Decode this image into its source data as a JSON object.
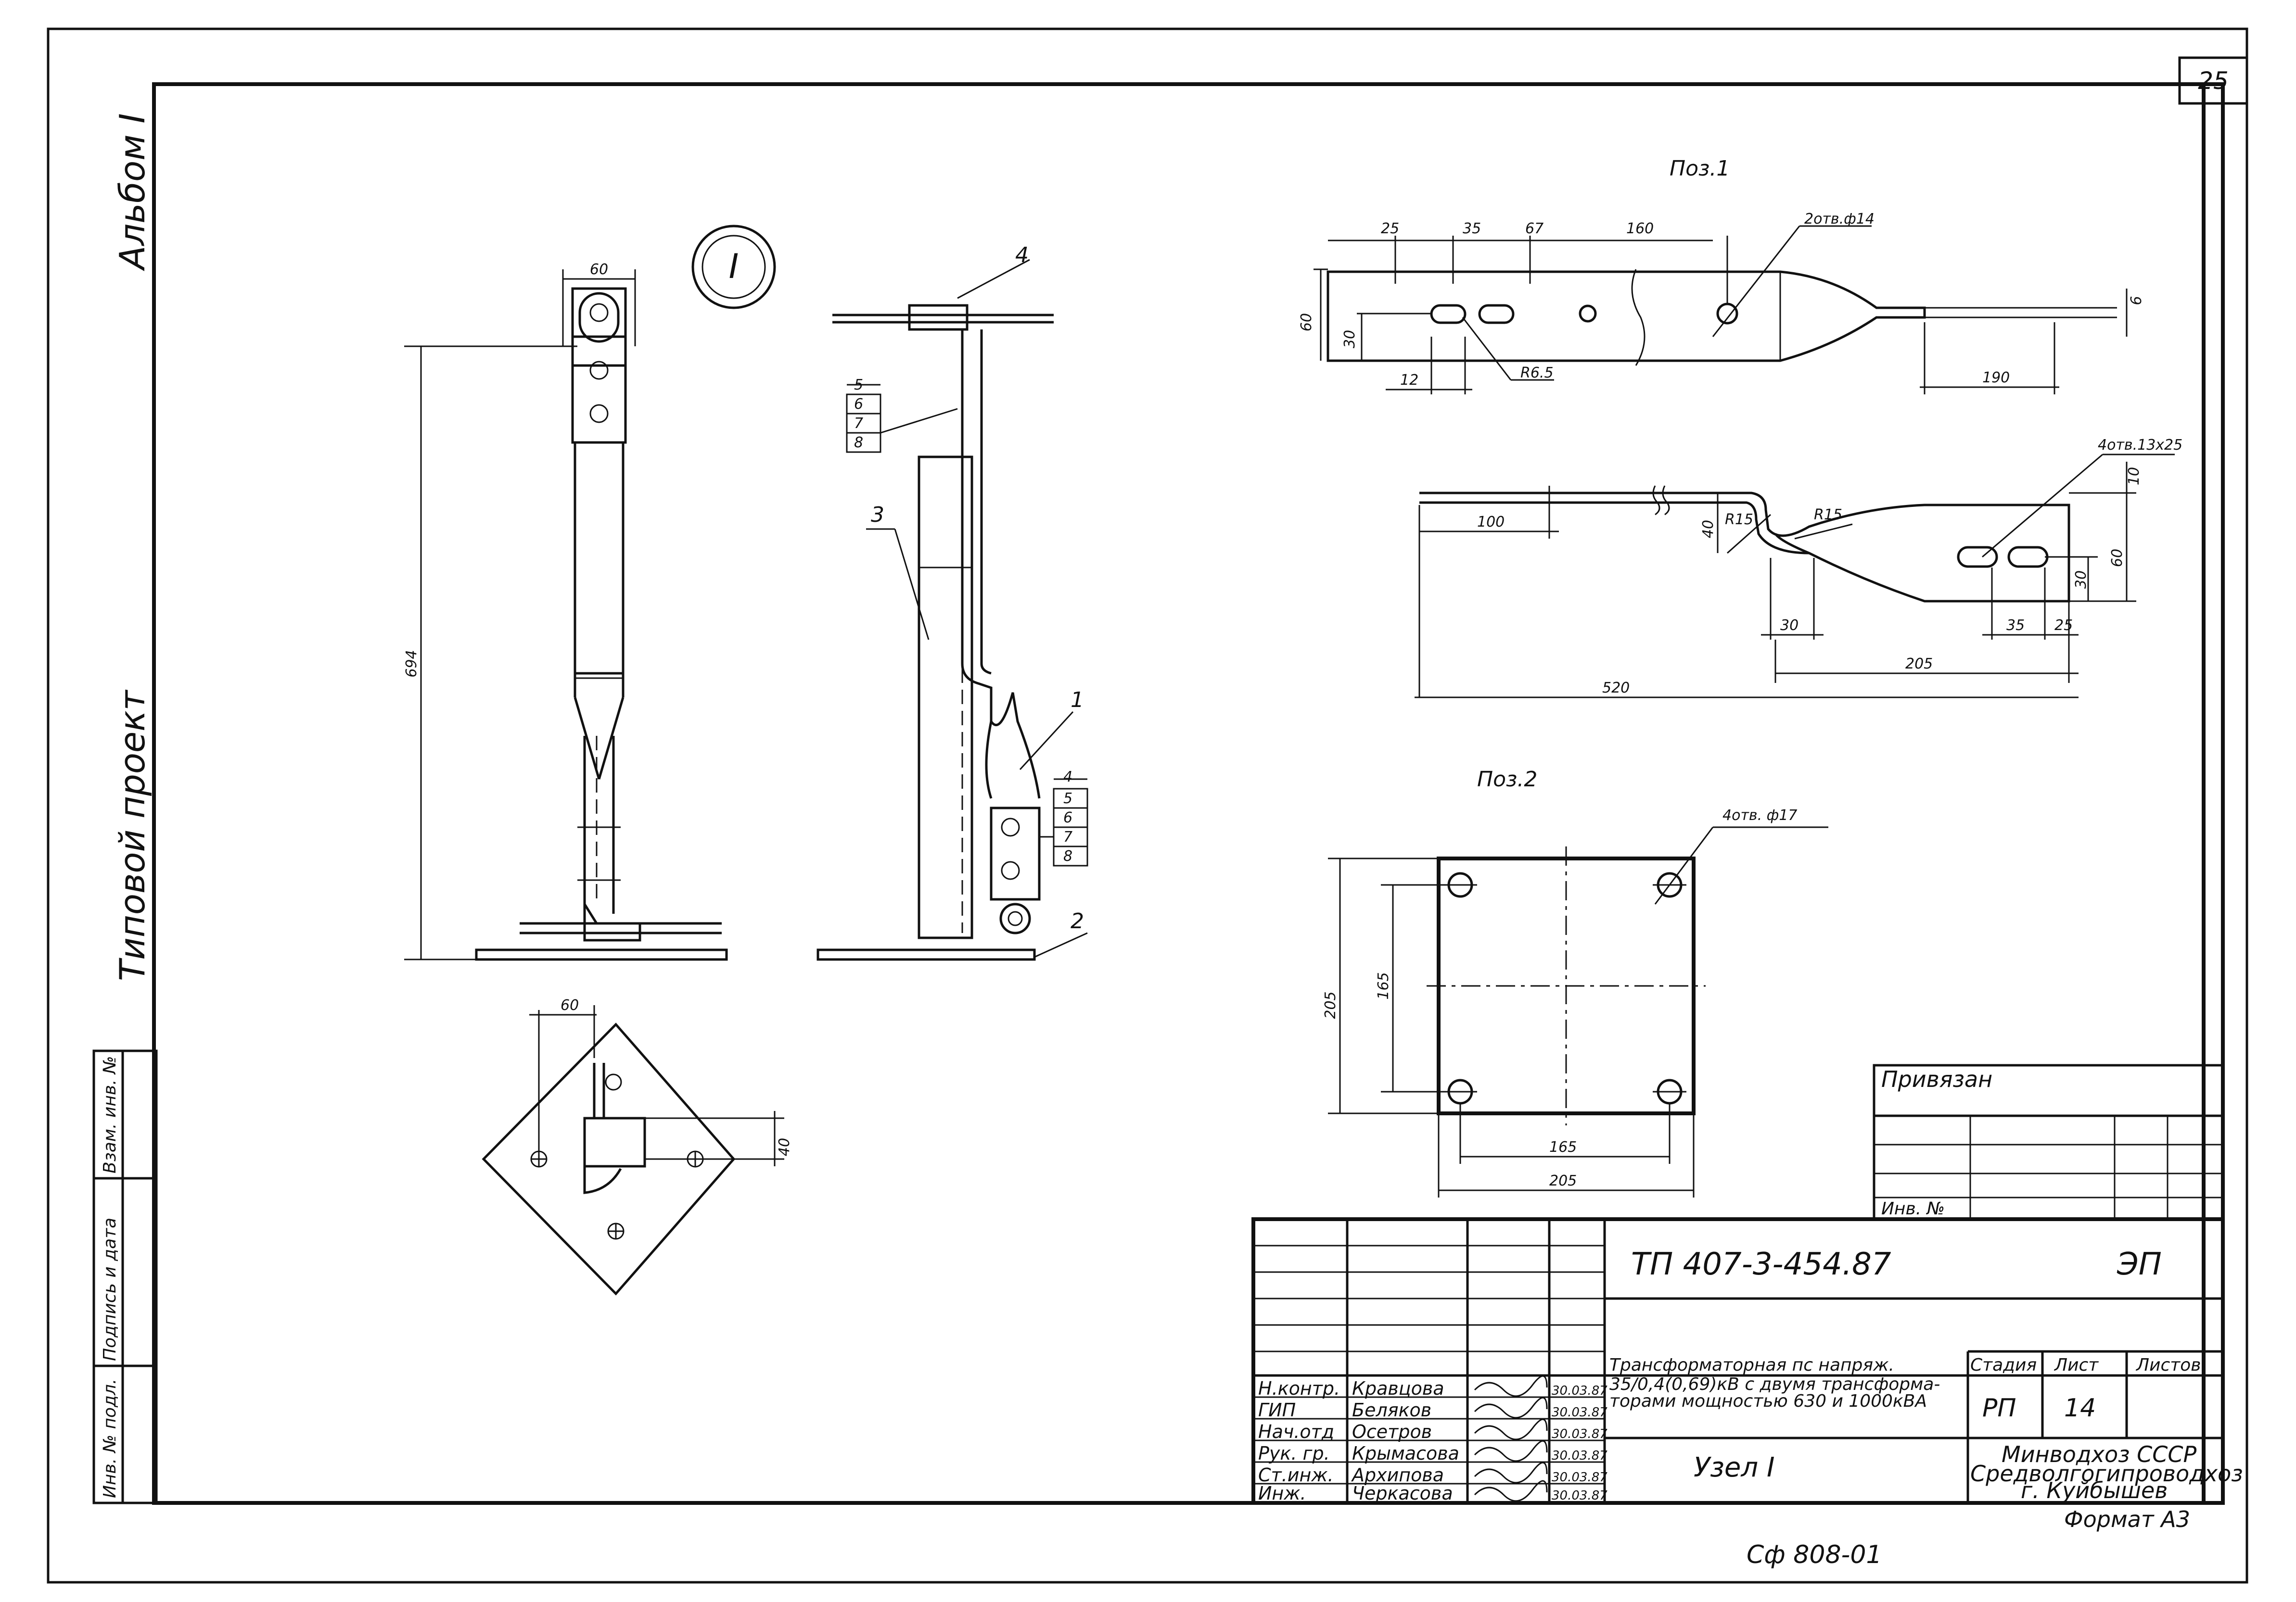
{
  "sheet_number": "25",
  "side_labels": {
    "album": "Альбом I",
    "project": "Типовой  проект"
  },
  "side_stamp": {
    "inv_podl": "Инв. № подл.",
    "podpis": "Подпись и дата",
    "vzam": "Взам. инв. №"
  },
  "node_mark": "I",
  "views": {
    "front": {
      "dim_width": "60",
      "dim_height": "694"
    },
    "plan": {
      "dim_60": "60",
      "dim_40": "40"
    },
    "side": {
      "callouts": [
        "4",
        "5",
        "6",
        "7",
        "8",
        "3",
        "1",
        "4",
        "5",
        "6",
        "7",
        "8",
        "2"
      ]
    }
  },
  "poz1": {
    "title": "Поз.1",
    "top_dims": [
      "25",
      "35",
      "67",
      "160"
    ],
    "hole_note": "2отв.ф14",
    "dim_left_60": "60",
    "dim_left_30": "30",
    "dim_12": "12",
    "dim_r65": "R6.5",
    "dim_190": "190",
    "dim_6": "6",
    "slot_note": "4отв.13x25",
    "dim_10": "10",
    "dim_100": "100",
    "dim_40": "40",
    "dim_r15a": "R15",
    "dim_r15b": "R15",
    "dim_60b": "60",
    "dim_30b": "30",
    "dim_30c": "30",
    "dim_35": "35",
    "dim_25": "25",
    "dim_205": "205",
    "dim_520": "520"
  },
  "poz2": {
    "title": "Поз.2",
    "hole_note": "4отв. ф17",
    "dim_205v": "205",
    "dim_165v": "165",
    "dim_165h": "165",
    "dim_205h": "205"
  },
  "privyazan": {
    "label": "Привязан",
    "inv": "Инв. №"
  },
  "title_block": {
    "doc_code": "ТП  407-3-454.87",
    "doc_mark": "ЭП",
    "description": "Трансформаторная пс напряж. 35/0,4(0,69)кВ с двумя трансформаторами мощностью 630 и 1000кВА",
    "description_l1": "Трансформаторная пс напряж.",
    "description_l2": "35/0,4(0,69)кВ с двумя трансформа-",
    "description_l3": "торами мощностью 630 и 1000кВА",
    "sheet_title": "Узел I",
    "stadia_h": "Стадия",
    "list_h": "Лист",
    "listov_h": "Листов",
    "stadia": "РП",
    "list": "14",
    "org_l1": "Минводхоз СССР",
    "org_l2": "Средволгогипроводхоз",
    "org_l3": "г. Куйбышев",
    "format": "Формат А3",
    "signatures": [
      {
        "role": "Н.контр.",
        "name": "Кравцова",
        "date": "30.03.87"
      },
      {
        "role": "ГИП",
        "name": "Беляков",
        "date": "30.03.87"
      },
      {
        "role": "Нач.отд",
        "name": "Осетров",
        "date": "30.03.87"
      },
      {
        "role": "Рук. гр.",
        "name": "Крымасова",
        "date": "30.03.87"
      },
      {
        "role": "Ст.инж.",
        "name": "Архипова",
        "date": "30.03.87"
      },
      {
        "role": "Инж.",
        "name": "Черкасова",
        "date": "30.03.87"
      }
    ]
  },
  "bottom_code": "Сф 808-01"
}
